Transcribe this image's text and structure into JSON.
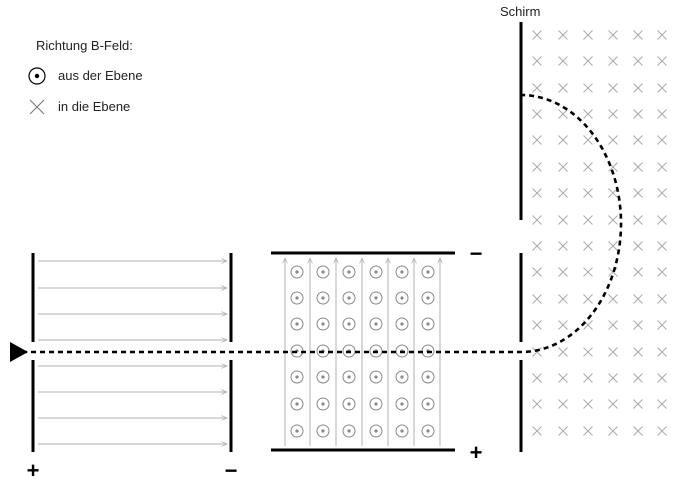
{
  "legend": {
    "title": "Richtung B-Feld:",
    "out_of_plane": "aus der Ebene",
    "into_plane": "in die Ebene"
  },
  "screen_label": "Schirm",
  "accelerator": {
    "left_sign": "+",
    "right_sign": "−"
  },
  "velocity_filter": {
    "top_sign": "−",
    "bottom_sign": "+"
  },
  "colors": {
    "ink": "#000000",
    "field_line": "#b0b0b0",
    "cross": "#aaaaaa",
    "dot_symbol": "#888888"
  },
  "icons": {
    "out_of_plane": "dot-in-circle-icon",
    "into_plane": "cross-icon",
    "particle_entry": "triangle-arrow-icon"
  }
}
